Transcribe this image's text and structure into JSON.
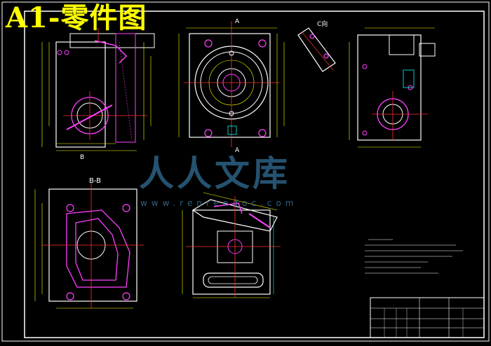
{
  "title": "A1-零件图",
  "watermark": {
    "main": "人人文库",
    "url": "www.renrendoc.com"
  },
  "view_labels": {
    "b_marker": "B",
    "section_bb": "B-B",
    "section_a_top": "A",
    "section_a_bottom": "A",
    "detail_c": "C向"
  },
  "colors": {
    "background": "#000000",
    "title": "#ffff00",
    "outline": "#ffffff",
    "dimension": "#ffff00",
    "centerline": "#ff3030",
    "hatch": "#ff40ff",
    "feature": "#00ffff",
    "border": "#ffffff"
  }
}
